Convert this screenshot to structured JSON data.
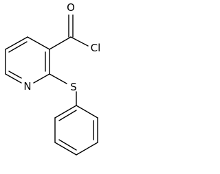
{
  "molecule": {
    "atoms": {
      "oxygen": "O",
      "chlorine": "Cl",
      "nitrogen": "N",
      "sulfur": "S"
    }
  }
}
